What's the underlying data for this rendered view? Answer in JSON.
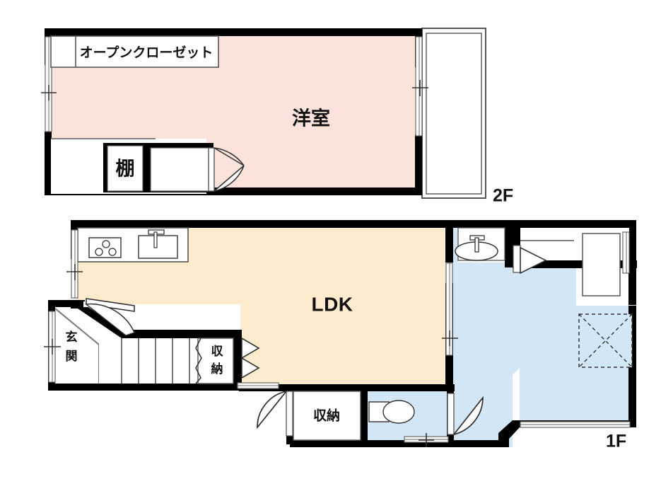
{
  "document": {
    "kind": "residential-floor-plan",
    "title": "Two-story dwelling floor plan"
  },
  "colors": {
    "wall": "#000000",
    "room_pink": "#FBE3DC",
    "room_cream": "#FCEBCD",
    "room_blue": "#D3E6F5",
    "white": "#FFFFFF",
    "thin_line": "#808080",
    "text": "#111111"
  },
  "floors": [
    {
      "id": "second-floor",
      "tag": "2F",
      "rooms": [
        {
          "id": "washitsu-main",
          "label": "洋室",
          "type": "western-room",
          "fill": "room_pink"
        },
        {
          "id": "open-closet",
          "label": "オープンクローゼット",
          "type": "open-closet",
          "fill": "white"
        },
        {
          "id": "shelf",
          "label": "棚",
          "type": "shelf",
          "fill": "white"
        },
        {
          "id": "balcony",
          "label": "",
          "type": "balcony",
          "fill": "white"
        },
        {
          "id": "storage-nook",
          "label": "",
          "type": "storage",
          "fill": "white"
        },
        {
          "id": "stair-void",
          "label": "",
          "type": "stair-head",
          "fill": "white"
        }
      ]
    },
    {
      "id": "first-floor",
      "tag": "1F",
      "rooms": [
        {
          "id": "ldk",
          "label": "LDK",
          "type": "living-dining-kitchen",
          "fill": "room_cream"
        },
        {
          "id": "genkan",
          "label": "玄関",
          "type": "entrance",
          "fill": "white"
        },
        {
          "id": "closet-stair",
          "label": "収納",
          "type": "storage",
          "fill": "white"
        },
        {
          "id": "closet-lower",
          "label": "収納",
          "type": "storage",
          "fill": "white"
        },
        {
          "id": "hallway",
          "label": "",
          "type": "corridor",
          "fill": "room_blue"
        },
        {
          "id": "washroom",
          "label": "",
          "type": "washroom-vanity",
          "fill": "room_blue"
        },
        {
          "id": "bathroom",
          "label": "",
          "type": "bathroom-unit-bath",
          "fill": "room_blue"
        },
        {
          "id": "toilet",
          "label": "",
          "type": "toilet",
          "fill": "room_blue"
        },
        {
          "id": "laundry-space",
          "label": "",
          "type": "washing-machine-space",
          "fill": "room_blue"
        },
        {
          "id": "staircase",
          "label": "",
          "type": "staircase",
          "fill": "white"
        }
      ],
      "fixtures": [
        {
          "id": "stove",
          "name": "three-burner-stove"
        },
        {
          "id": "kitchen-sink",
          "name": "kitchen-sink-with-faucet"
        },
        {
          "id": "vanity-basin",
          "name": "vanity-wash-basin"
        },
        {
          "id": "bathtub",
          "name": "bathtub"
        },
        {
          "id": "toilet-bowl",
          "name": "toilet-bowl"
        },
        {
          "id": "washer-pan",
          "name": "washing-machine-pan"
        }
      ]
    }
  ],
  "labels": {
    "floor_2f": "2F",
    "floor_1f": "1F",
    "room_yoshitsu": "洋室",
    "room_open_closet": "オープンクローゼット",
    "room_tana": "棚",
    "room_ldk": "LDK",
    "room_genkan": "玄関",
    "room_shuno_upper": "収納",
    "room_shuno_lower": "収納"
  }
}
